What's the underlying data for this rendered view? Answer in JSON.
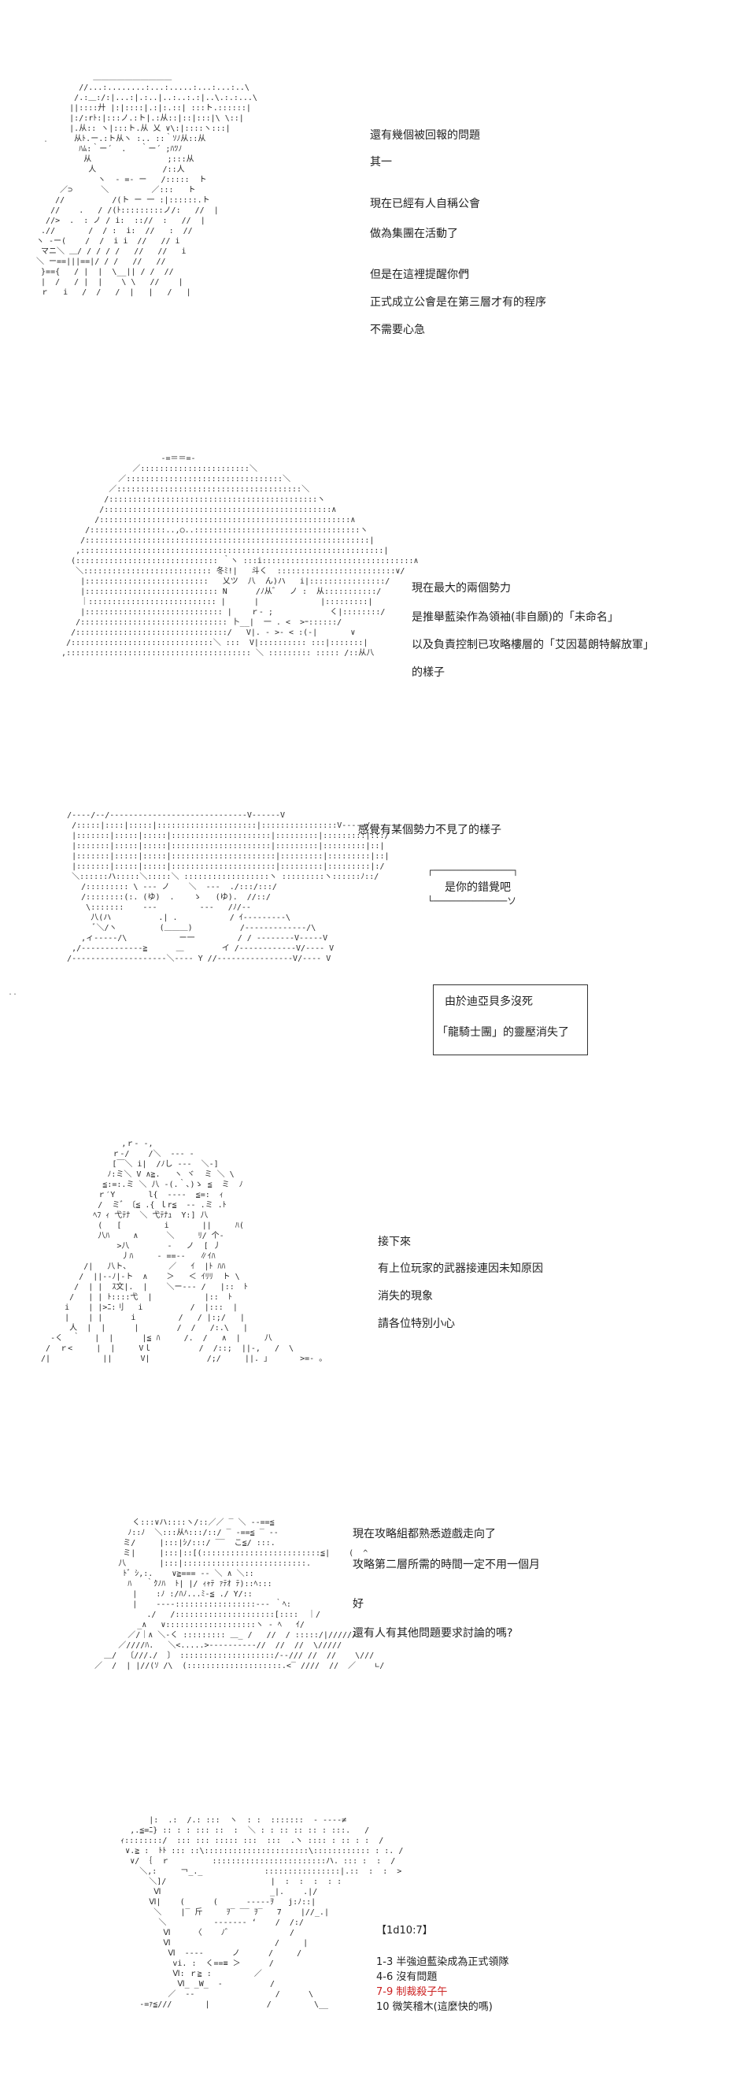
{
  "panel1": {
    "art": "             ＿＿＿＿＿＿＿＿＿＿\n          //...:........:...:.....:...:...:..\\\n         /.:＿:/:|...:|.:..|..:..:.:|..\\.:.:...\\\n        ||::::廾 |:|::::|.:|:.::| :::ト.::::::|\n        |:/:rﾄ:|:::ノ.:ト|.:从::|::|:::|\\ \\::|\n        |.从:: ヽ|:::ト.从 乂 ∨\\:|::::ヽ:::|\n         从ﾄ.ー.:ト从ヽ :.. ::｀ｿﾉ从::从\n          ﾊﾑ:｀ー´  .   ｀ー´ ;ﾊﾂﾉ\n           从                ;:::从\n            人              /::人\n              ヽ  - =- ー   /:::::  ト\n      ／⊃      ＼         ／:::   ト\n     //          /(ト ー 一 :|::::::.ト\n    //    .   / /(ﾄ:::::::::ノ/:   //  |\n   //>  .  : ノ / i:  :://  :   //  |\n  .//       /  / :  i:  //   :  //\n ヽ -ー(    /  /  i i  //   // i\n  マニ＼ ＿/ / / / /   //   //   i\n ＼ ー==|||==|/ / /   //   //\n  }=={   / |  |  \\__|| / /  //\n  |  /   / |  |    \\ \\   //    |\n  ｒ   i   /  /   /  |   |   /   |",
    "lines": [
      "還有幾個被回報的問題",
      "其一",
      "現在已經有人自稱公會",
      "做為集團在活動了",
      "但是在這裡提醒你們",
      "正式成立公會是在第三層才有的程序",
      "不需要心急"
    ]
  },
  "panel2": {
    "art": "                        -=＝＝=-\n                  ／:::::::::::::::::::::::＼\n               ／:::::::::::::::::::::::::::::::::＼\n             ／:::::::::::::::::::::::::::::::::::::::＼\n            /::::::::::::::::::::::::::::::::::::::::::::ヽ\n           /::::::::::::::::::::::::::::::::::::::::::::::::∧\n          /:::::::::::::::::::::::::::::::::::::::::::::::::::::∧\n        /::::::::::::::::..,○..:::::::::::::::::::::::::::::::::::ヽ\n       /::::::::::::::::::::::::::::::::::::::::::::::::::::::::::::|\n      ,::::::::::::::::::::::::::::::::::::::::::::::::::::::::::::::::|\n     (:::::::::::::::::::::::::::::: ｀ヽ :::i::::::::::::::::::::::::::::::::∧\n      ＼::::::::::::::::::::::::::: 冬ﾐ!|   斗く  :::::::::::::::::::::::::∨/\n       |::::::::::::::::::::::::::   乂ツ  八  ん)ハ   i|::::::::::::::::/\n       |:::::::::::::::::::::::::::: N      /ﾉ从゛  ノ :  从:::::::::::/\n       ｜::::::::::::::::::::::::::: |      |             |:::::::::|\n       |::::::::::::::::::::::::::::: |    ｒ‐ ;            く|::::::::/\n      /::::::::::::::::::::::::::::::: 卜__|  一 . <  >ｰ::::::/\n     /::::::::::::::::::::::::::::::::/   V|. - >‐ < :(-|       ∨\n    /::::::::::::::::::::::::::::::＼ :::  V|:::::::::: :::|:::::::|\n   ,::::::::::::::::::::::::::::::::::::::: ＼ ::::::::: ::::: /::从八",
    "lines": [
      "現在最大的兩個勢力",
      "是推舉藍染作為領袖(非自願)的「未命名」",
      "以及負責控制已攻略樓層的「艾因葛朗特解放軍」",
      "的樣子"
    ]
  },
  "panel3": {
    "art": "     /‐‐‐‐/‐‐/‐‐‐‐‐‐‐‐‐‐‐‐‐‐‐‐‐‐‐‐‐‐‐‐‐‐‐‐‐V‐‐‐‐‐‐V\n      /:::::|::::|:::::|:::::::::::::::::::::|::::::::::::::::V‐‐‐‐‐/\n      |:::::::|:::::|:::::|:::::::::::::::::::::|:::::::::|:::::::::|:::/\n      |:::::::|:::::|:::::|:::::::::::::::::::::|:::::::::|:::::::::|::|\n      |:::::::|:::::|:::::|::::::::::::::::::::::|:::::::::|:::::::::|::|\n      |:::::::|:::::|:::::|::::::::::::::::::::::|:::::::::|:::::::::|:/\n      ＼::::::ハ:::::＼:::::＼ ::::::::::::::::::ヽ :::::::::ヽ::::::ﾉ::/\n        /::::::::: \\ ‐‐‐ ノ    ＼  ‐‐‐  ./:::/:::/\n        /::::::::(:. (ゆ)  .    ゝ   (ゆ).  //::/\n         \\:::::::    ‐‐‐         ‐‐‐   /ﾉ/‐‐\n          八(ハ          .| .           / ｲ‐‐‐‐‐‐‐‐‐\\\n           ﾞ＼/ヽ         (＿＿＿)          /‐‐‐‐‐‐‐‐‐‐‐‐‐/\\\n        ,ィ‐‐‐‐‐/\\           ー一         / / ‐‐‐‐‐‐‐‐V‐‐‐‐‐V\n      ,/‐‐‐‐‐‐‐‐‐‐‐‐‐≧      ＿        イ /‐‐‐‐‐‐‐‐‐‐‐‐V/‐‐‐‐ V\n     /‐‐‐‐‐‐‐‐‐‐‐‐‐‐‐‐‐‐‐‐＼‐‐‐‐ Y //‐‐‐‐‐‐‐‐‐‐‐‐‐‐‐‐V/‐‐‐‐ V",
    "top_text": "感覺有某個勢力不見了的樣子",
    "bubble": "是你的錯覺吧",
    "box_lines": [
      "由於迪亞貝多沒死",
      "「龍騎士團」的靈壓消失了"
    ]
  },
  "panel4": {
    "art": "                   ,ｒ‐ ‐,\n                 ｒ‐/    /＼  ‐‐‐ ‐\n                 [￣＼ i|  /ﾉし ‐‐‐  ＼‐]\n                ﾉ:ミ＼ V ∧≧.   ヽ ヾ  ミ ＼ \\\n               ≦:=:.ミ ＼ 八 ‐(.｀､)ゝ ≦  ミ  ﾉ\n              ｒ′Y       l{  ‐‐‐‐  ≦=:  ｨ\n              /  ミ゛〔≦ .{ ｌr≦  ‐‐ .ミ .ﾄ\n             ﾍﾌ ｨ 弋ﾃﾅ  ＼ 弋ﾃﾅｭ  Y:] 八\n              (   [         i       ||     ﾊ(\n              八ﾊ     ∧      ＼     ﾘ/ 个‐\n                  >八        ‐   ノ  [ 丿\n                   丿ﾊ     ‐ ==‐‐   ∥ｲﾊ\n           /|   八ト、        ／   ｲ  |ﾄ ﾊﾊ\n          /  ||‐‐ﾉ|‐ト  ∧    ＞   ＜ ｲﾘﾘ  ト \\\n         /  | |  ｽ文|.  |    ＼ー‐‐‐ /   |::  ﾄ\n        /   | | ﾄ::::弋  |           |::  ﾄ\n       i    | |>ﾆ:刂   i          /  |:::  |\n       |    | |      i         /   / |:;/   |\n        人  |  |      |        /  /   /:.\\   |\n    ‐く  ｀   |  |      |≦ ﾊ     /.  /   ∧  |     八\n   /  ｒ<     |  |     Vｌ          /  /::;  ||‐,   /  \\\n  /|           ||      V|            /;/     ||. 」      >=‐ 。",
    "lines": [
      "接下來",
      "有上位玩家的武器接連因未知原因",
      "消失的現象",
      "請各位特別小心"
    ]
  },
  "panel5": {
    "art": "             く:::∨ハ::::ヽ/::／／ ‾ ＼ ‐‐==≦\n            ﾉ::ﾉ  ＼:::从ﾍ:::/::/ ‾ ‐==≦ ‾ ‐‐\n           ミ/     |:::|ｼ/:::/ ‾‾  こ≦/ :::.\n           ミ|     |:::|::[(:::::::::::::::::::::::::≦|    (  ^\n          八       |:::|::::::::::::::::::::::::::.\n           ﾄ゛ｼ,:.    ∨≧=== ‐‐ ＼ ∧ ＼::\n            ﾊ   ｀ｸﾉﾊ  ﾄ| |/ ｨｬﾃ ｧﾃｵ ﾃ)::ﾍ:::\n             |    :ﾉ :/ﾊﾉ...ﾐ‐≦ ./ Y/::\n             |    ‐‐‐‐:::::::::::::::::‐‐‐ ｀ﾍ:\n                ./   /:::::::::::::::::::::[::::  ｜/\n              _∧   ∨:::::::::::::::::::ヽ - ﾍ   ｲ/\n            ／/｜∧ ＼‐く ::::::::: ＿_ /   //  / :::::/|//////\n          ／////ﾊ.   ＼<.....>‐‐‐‐‐‐‐‐‐‐//  //  //  \\/////\n       ＿/  〔///./  〕 ::::::::::::::::::::/‐‐/// //  //    \\///\n     ／  /  | |//(ｿ /\\  (::::::::::::::::::::.<‾ ////  //  ／    ∟/",
    "lines": [
      "現在攻略組都熟悉遊戲走向了",
      "攻略第二層所需的時間一定不用一個月",
      "好",
      "還有人有其他問題要求討論的嗎?"
    ]
  },
  "panel6": {
    "art": "              |:  .:  /.: :::  ヽ  : :  :::::::  ‐ ‐‐‐‐≠\n          ,.≦=ﾆ} :: : : ::: ::  :  ＼ : : :: :: :: : :::.   /\n        ｨ::::::::/  ::: ::: ::::: :::  :::  .ヽ :::: : :: : :  /\n         ∨.≧ :  ﾄﾄ ::: ::\\::::::::::::::::::::::\\:::::::::::: : :. /\n          ∨/ ｛  ｒ         ::::::::::::::::::::::::ハ. ::: :  :  /\n            ＼,:     ￢_._             ::::::::::::::::|.::  :  :  >\n              ＼]/                      |  :  :  :  : :\n               Ⅵ                       _|.    .|/\n              Ⅵ|    (      (      ‐‐‐‐‐ｦ   j:ﾉ::|\n               ＼    |‾ 斤     ｦ‾ ‾‾ ｦ‾   7    |//_.|\n                ＼          ‐‐‐‐‐‐‐ ‘    /  /:/\n                 Ⅵ     〈    ﾉ゛            /\n                 Ⅵ                      /     |\n                  Ⅵ  ‐‐‐‐      ノ      /     /\n                   vi. :  く==≡ ＞      /\n                   Ⅵ: ｒ≧ :         ／\n                    Ⅵ_ _W_  ‐          /\n                  ／  ‐‐                 /      \\\n            ‐=ｧ≦///       |            /         \\__",
    "header": "【1d10:7】",
    "options": [
      "1-3  半強迫藍染成為正式領隊",
      "4-6  沒有問題",
      "7-9  制裁殺子午",
      "10   微笑稽木(這麼快的嗎)"
    ]
  },
  "highlight_color": "#cc2222"
}
